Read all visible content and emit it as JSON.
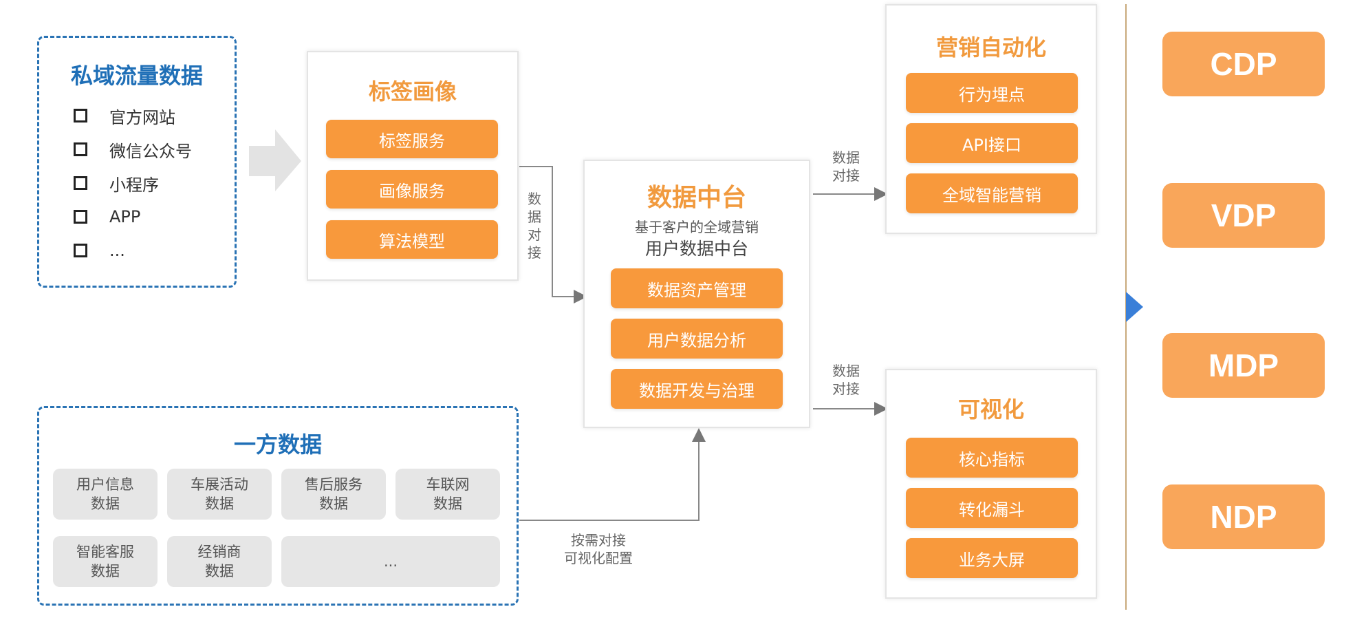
{
  "private_traffic": {
    "title": "私域流量数据",
    "items": [
      "官方网站",
      "微信公众号",
      "小程序",
      "APP",
      "..."
    ]
  },
  "tag_profile": {
    "title": "标签画像",
    "buttons": [
      "标签服务",
      "画像服务",
      "算法模型"
    ]
  },
  "data_center": {
    "title": "数据中台",
    "subtitle_line1": "基于客户的全域营销",
    "subtitle_line2": "用户数据中台",
    "buttons": [
      "数据资产管理",
      "用户数据分析",
      "数据开发与治理"
    ]
  },
  "marketing_automation": {
    "title": "营销自动化",
    "buttons": [
      "行为埋点",
      "API接口",
      "全域智能营销"
    ]
  },
  "visualization": {
    "title": "可视化",
    "buttons": [
      "核心指标",
      "转化漏斗",
      "业务大屏"
    ]
  },
  "first_party": {
    "title": "一方数据",
    "row1": [
      {
        "line1": "用户信息",
        "line2": "数据"
      },
      {
        "line1": "车展活动",
        "line2": "数据"
      },
      {
        "line1": "售后服务",
        "line2": "数据"
      },
      {
        "line1": "车联网",
        "line2": "数据"
      }
    ],
    "row2": [
      {
        "line1": "智能客服",
        "line2": "数据"
      },
      {
        "line1": "经销商",
        "line2": "数据"
      },
      {
        "line1": "...",
        "line2": ""
      }
    ]
  },
  "connectors": {
    "vertical_label": [
      "数",
      "据",
      "对",
      "接"
    ],
    "to_marketing": [
      "数据",
      "对接"
    ],
    "to_visualization": [
      "数据",
      "对接"
    ],
    "on_demand": [
      "按需对接",
      "可视化配置"
    ]
  },
  "right_panel": {
    "items": [
      "CDP",
      "VDP",
      "MDP",
      "NDP"
    ]
  },
  "colors": {
    "orange": "#f8993c",
    "orange_light": "#f9a65a",
    "blue": "#1f6fb7",
    "divider": "#c8a97a",
    "pointer_blue": "#3a7fd8"
  }
}
